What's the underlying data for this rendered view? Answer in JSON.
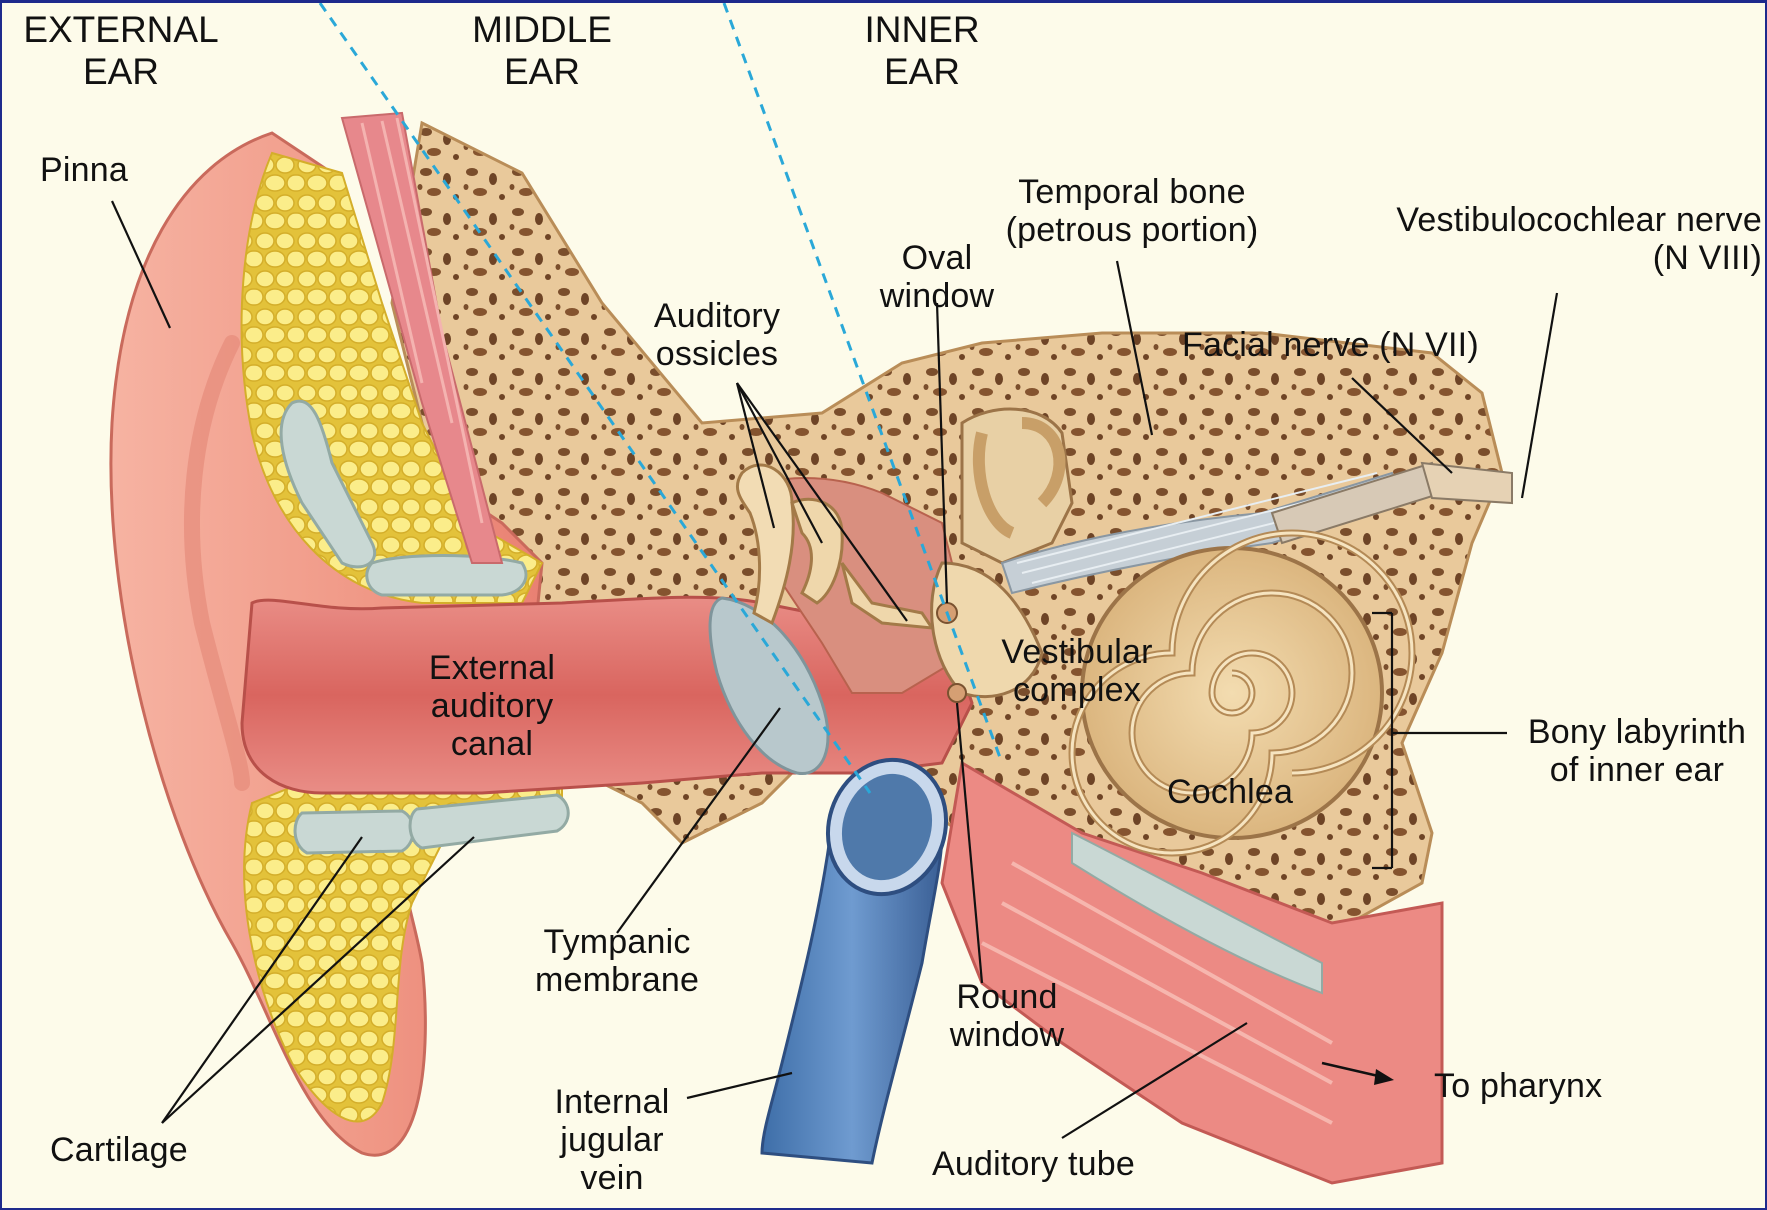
{
  "regions": {
    "external": "EXTERNAL\nEAR",
    "middle": "MIDDLE\nEAR",
    "inner": "INNER\nEAR"
  },
  "labels": {
    "pinna": "Pinna",
    "temporal_bone": "Temporal bone\n(petrous portion)",
    "vestibulocochlear_nerve": "Vestibulocochlear nerve\n(N VIII)",
    "oval_window": "Oval\nwindow",
    "auditory_ossicles": "Auditory\nossicles",
    "facial_nerve": "Facial nerve (N VII)",
    "external_auditory_canal": "External\nauditory\ncanal",
    "vestibular_complex": "Vestibular\ncomplex",
    "bony_labyrinth": "Bony labyrinth\nof inner ear",
    "cochlea": "Cochlea",
    "tympanic_membrane": "Tympanic\nmembrane",
    "round_window": "Round\nwindow",
    "to_pharynx": "To pharynx",
    "internal_jugular_vein": "Internal\njugular\nvein",
    "cartilage": "Cartilage",
    "auditory_tube": "Auditory tube"
  },
  "colors": {
    "background": "#fdfbea",
    "frame": "#1e2a8c",
    "skin": "#f2a090",
    "canal": "#e27a74",
    "fat": "#f6e06a",
    "cartilage": "#c9d8d4",
    "bone": "#e8c99a",
    "vein": "#5b86b8",
    "divider": "#2aa8d8"
  }
}
